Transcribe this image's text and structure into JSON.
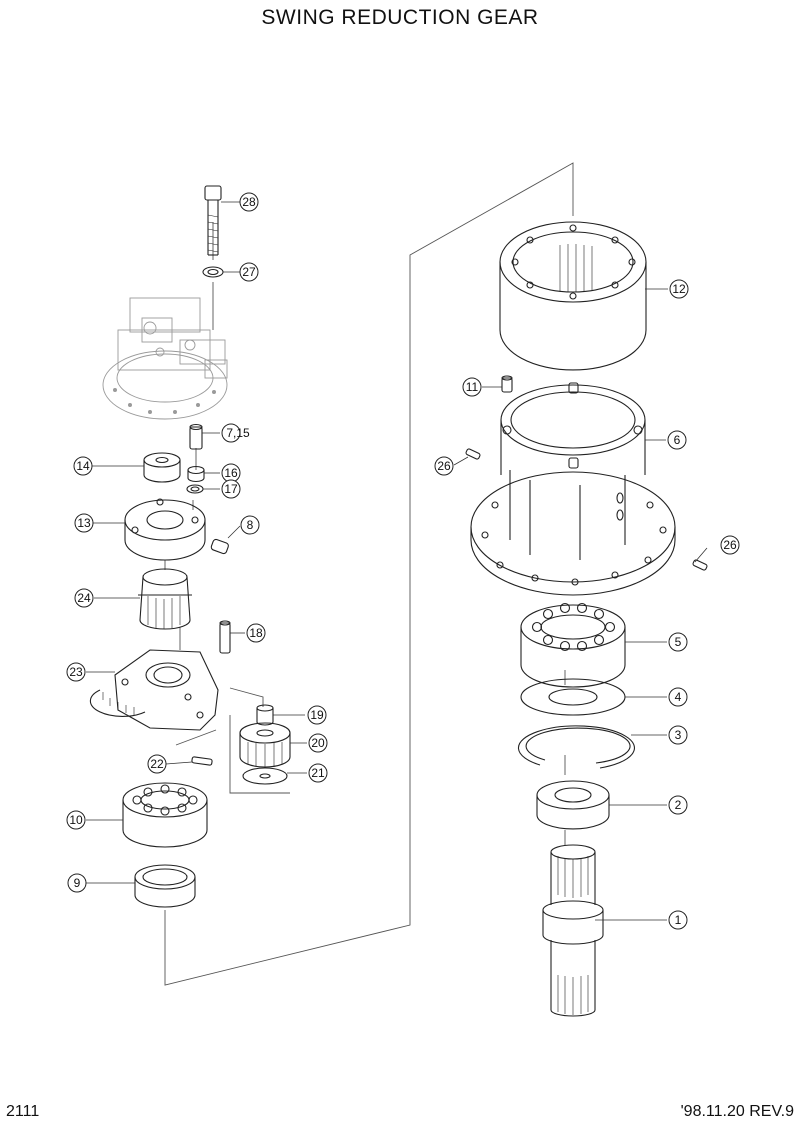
{
  "title": "SWING REDUCTION GEAR",
  "page_number": "2111",
  "revision": "'98.11.20 REV.9",
  "callouts": {
    "c1": "1",
    "c2": "2",
    "c3": "3",
    "c4": "4",
    "c5": "5",
    "c6": "6",
    "c7_15": "7,15",
    "c8": "8",
    "c9": "9",
    "c10": "10",
    "c11": "11",
    "c12": "12",
    "c13": "13",
    "c14": "14",
    "c16": "16",
    "c17": "17",
    "c18": "18",
    "c19": "19",
    "c20": "20",
    "c21": "21",
    "c22": "22",
    "c23": "23",
    "c24": "24",
    "c26a": "26",
    "c26b": "26",
    "c27": "27",
    "c28": "28"
  }
}
